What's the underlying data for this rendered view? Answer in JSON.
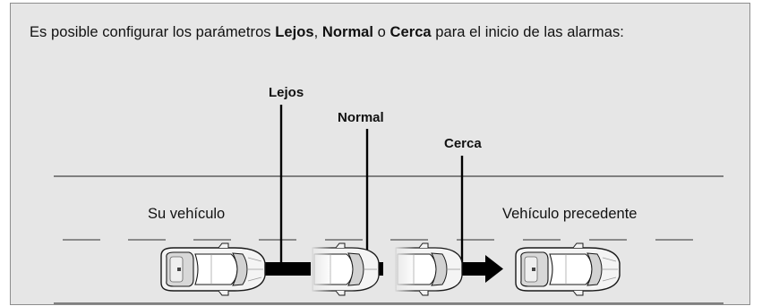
{
  "intro": {
    "prefix": "Es posible configurar los parámetros ",
    "option_far": "Lejos",
    "sep1": ", ",
    "option_normal": "Normal",
    "sep2": " o ",
    "option_near": "Cerca",
    "suffix": " para el inicio de las alarmas:"
  },
  "labels": {
    "far": "Lejos",
    "normal": "Normal",
    "near": "Cerca",
    "own_vehicle": "Su vehículo",
    "preceding_vehicle": "Vehículo precedente"
  },
  "colors": {
    "panel_bg": "#e6e6e6",
    "panel_border": "#8d8d8d",
    "car_body": "#f4f4f4",
    "bar": "#000000"
  },
  "icons": [
    "car-top-view-icon",
    "arrow-right-icon"
  ]
}
